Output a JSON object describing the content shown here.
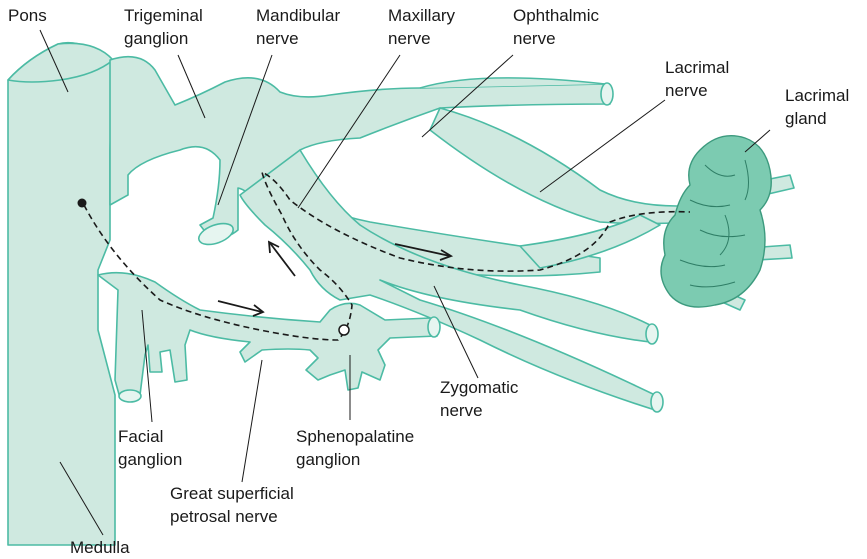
{
  "labels": {
    "pons": "Pons",
    "trigeminal_ganglion": [
      "Trigeminal",
      "ganglion"
    ],
    "mandibular_nerve": [
      "Mandibular",
      "nerve"
    ],
    "maxillary_nerve": [
      "Maxillary",
      "nerve"
    ],
    "ophthalmic_nerve": [
      "Ophthalmic",
      "nerve"
    ],
    "lacrimal_nerve": [
      "Lacrimal",
      "nerve"
    ],
    "lacrimal_gland": [
      "Lacrimal",
      "gland"
    ],
    "zygomatic_nerve": [
      "Zygomatic",
      "nerve"
    ],
    "sphenopalatine_ganglion": [
      "Sphenopalatine",
      "ganglion"
    ],
    "facial_ganglion": [
      "Facial",
      "ganglion"
    ],
    "great_superficial_petrosal_nerve": [
      "Great superficial",
      "petrosal nerve"
    ],
    "medulla": "Medulla"
  },
  "colors": {
    "nerve_fill": "#cfe9e0",
    "nerve_stroke": "#4cbba4",
    "gland_fill": "#7ccbb1",
    "text": "#1a1a1a"
  }
}
